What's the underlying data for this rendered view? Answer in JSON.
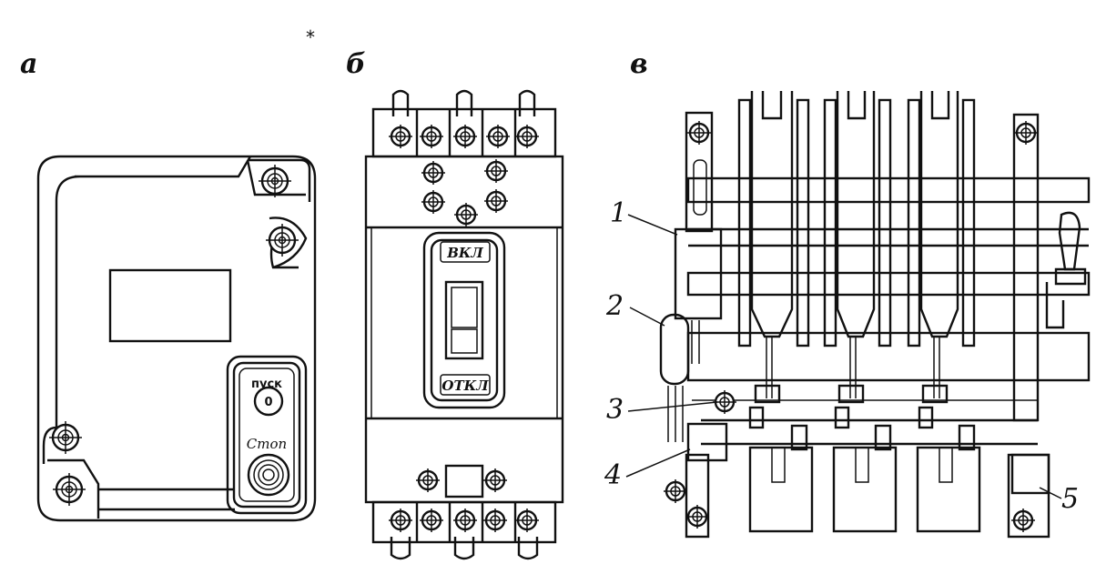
{
  "panels": {
    "a": "а",
    "b": "б",
    "c": "в"
  },
  "panel_a": {
    "start_label": "пуск",
    "zero_label": "0",
    "stop_label": "Cтоп"
  },
  "panel_b": {
    "on_label": "ВКЛ",
    "off_label": "ОТКЛ"
  },
  "panel_c": {
    "callouts": [
      "1",
      "2",
      "3",
      "4",
      "5"
    ]
  }
}
